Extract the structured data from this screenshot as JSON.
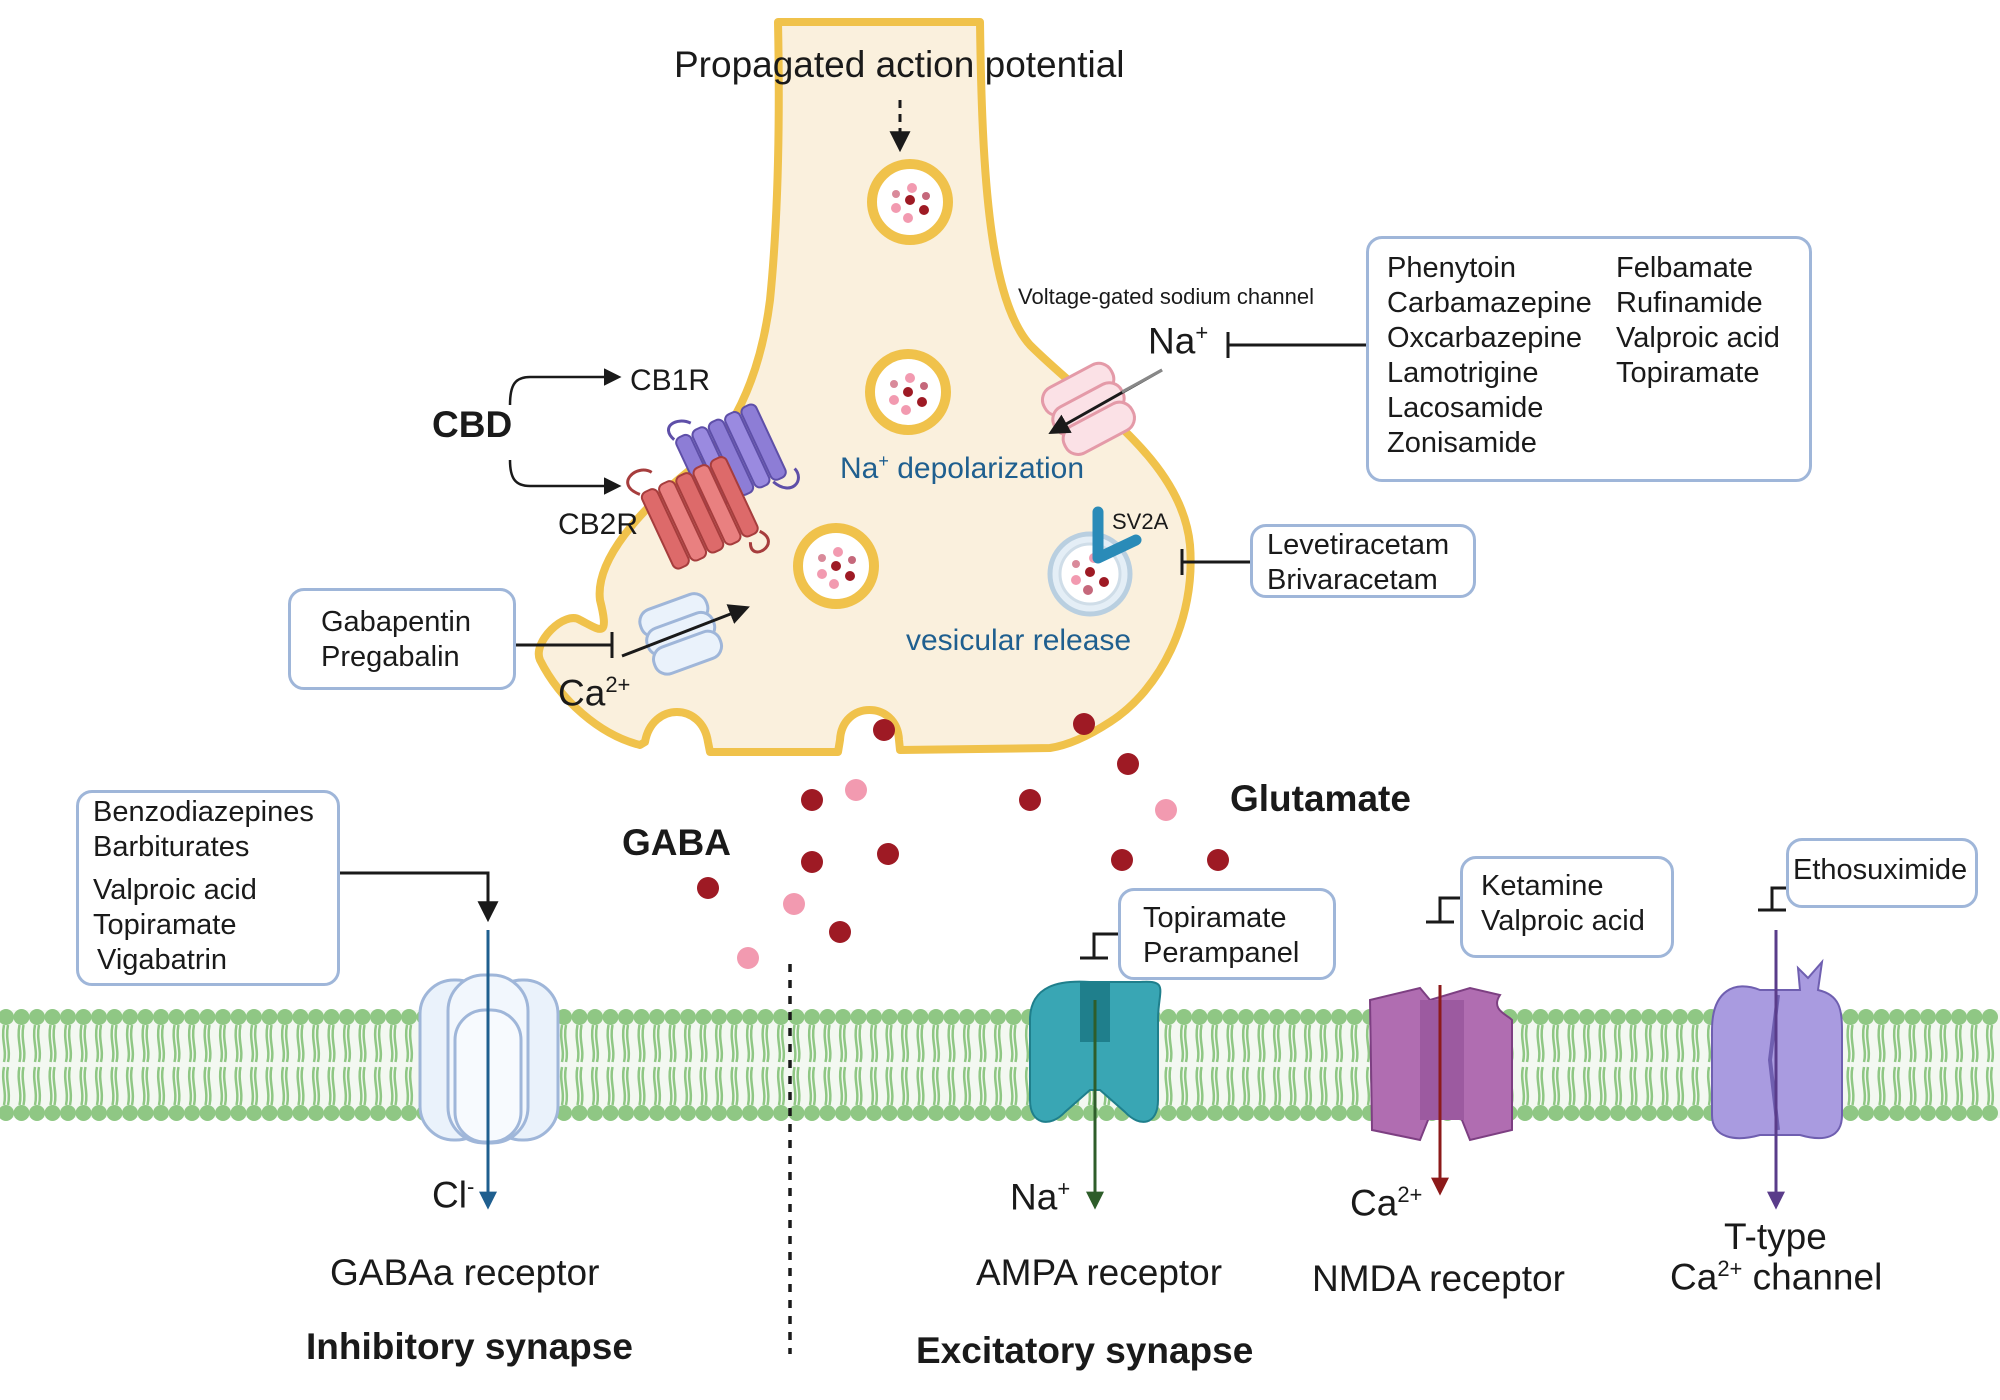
{
  "title": "Propagated action potential",
  "labels": {
    "vgsc": "Voltage-gated sodium channel",
    "na_top": "Na",
    "na_top_sup": "+",
    "na_depol": "Na",
    "na_depol_sup": "+",
    "na_depol_rest": " depolarization",
    "sv2a": "SV2A",
    "vesicular_release": "vesicular release",
    "cbd": "CBD",
    "cb1r": "CB1R",
    "cb2r": "CB2R",
    "ca_top": "Ca",
    "ca_top_sup": "2+",
    "gaba": "GABA",
    "glutamate": "Glutamate",
    "cl": "Cl",
    "cl_sup": "-",
    "na_ampa": "Na",
    "na_ampa_sup": "+",
    "ca_nmda": "Ca",
    "ca_nmda_sup": "2+",
    "gabaa_receptor": "GABAa receptor",
    "ampa_receptor": "AMPA receptor",
    "nmda_receptor": "NMDA receptor",
    "ttype_line1": "T-type",
    "ttype_ca": "Ca",
    "ttype_ca_sup": "2+",
    "ttype_channel": " channel",
    "inhibitory_synapse": "Inhibitory synapse",
    "excitatory_synapse": "Excitatory synapse"
  },
  "boxes": {
    "sodium_drugs_col1": [
      "Phenytoin",
      "Carbamazepine",
      "Oxcarbazepine",
      "Lamotrigine",
      "Lacosamide",
      "Zonisamide"
    ],
    "sodium_drugs_col2": [
      "Felbamate",
      "Rufinamide",
      "Valproic acid",
      "Topiramate"
    ],
    "sv2a_drugs": [
      "Levetiracetam",
      "Brivaracetam"
    ],
    "calcium_drugs": [
      "Gabapentin",
      "Pregabalin"
    ],
    "gaba_drugs": [
      "Benzodiazepines",
      "Barbiturates",
      "Valproic acid",
      "Topiramate",
      "Vigabatrin"
    ],
    "ampa_drugs": [
      "Topiramate",
      "Perampanel"
    ],
    "nmda_drugs": [
      "Ketamine",
      "Valproic acid"
    ],
    "ttype_drugs": [
      "Ethosuximide"
    ]
  },
  "colors": {
    "terminal_fill": "#faf0dd",
    "terminal_outline": "#f0c24b",
    "membrane_head": "#8fc784",
    "gaba_dot": "#f29ab0",
    "glutamate_dot": "#9e1a24",
    "box_border": "#9fb6d9",
    "text_blue": "#1f5f8f",
    "ampa": "#39a6b4",
    "nmda": "#b06db1",
    "ttype": "#a99be0",
    "gabaa": "#eaf2fb",
    "cb1r": "#8d7dd6",
    "cb2r": "#dd6a6a"
  }
}
